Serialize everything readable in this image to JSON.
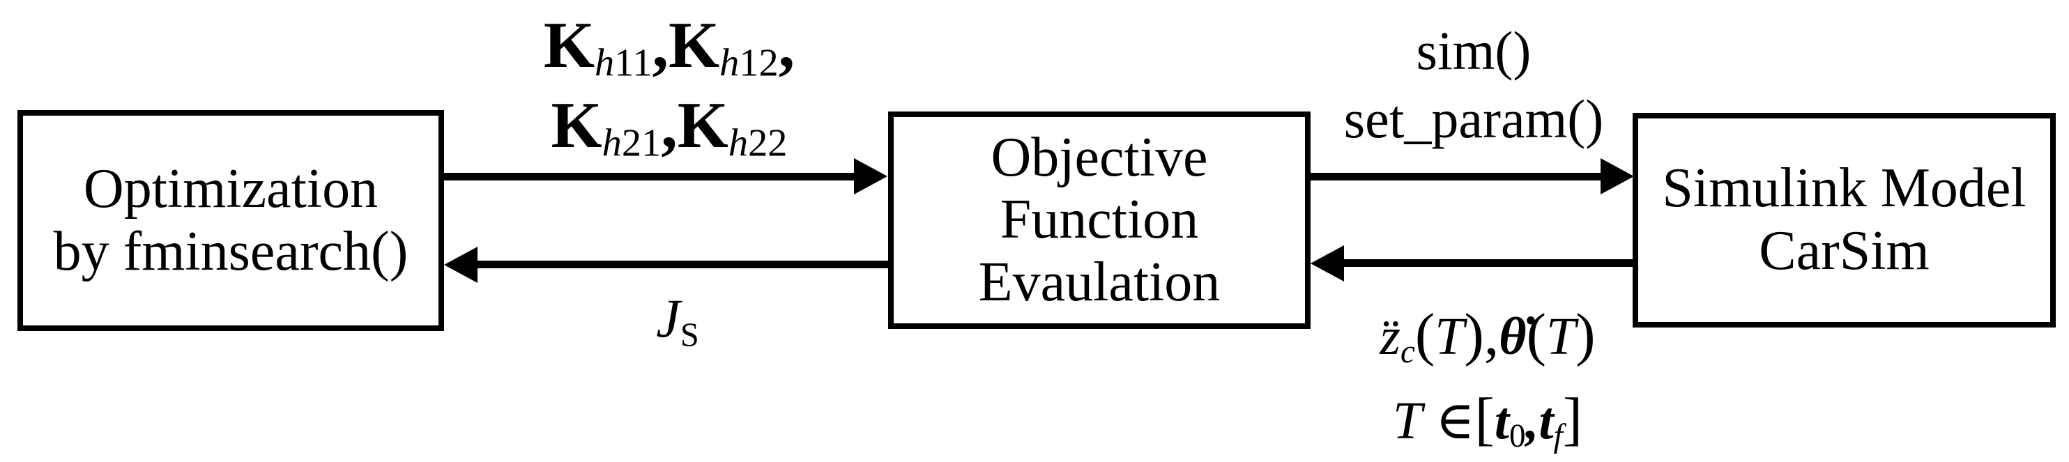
{
  "figure": {
    "type": "block-diagram",
    "background": "#ffffff",
    "ink": "#000000"
  },
  "boxes": {
    "optimization": {
      "line1": "Optimization",
      "line2": "by fminsearch()"
    },
    "objective": {
      "line1": "Objective",
      "line2": "Function",
      "line3": "Evaulation"
    },
    "simulink": {
      "line1": "Simulink Model",
      "line2": "CarSim"
    }
  },
  "labels": {
    "gains": {
      "line1": {
        "k1": "K",
        "s1v": "h",
        "s1n": "11",
        "c1": ",",
        "k2": "K",
        "s2v": "h",
        "s2n": "12",
        "c2": ","
      },
      "line2": {
        "k3": "K",
        "s3v": "h",
        "s3n": "21",
        "c3": ",",
        "k4": "K",
        "s4v": "h",
        "s4n": "22"
      }
    },
    "cost": {
      "base": "J",
      "sub": "S"
    },
    "calls": {
      "line1": "sim()",
      "line2": "set_param()"
    },
    "outputs": {
      "line1": {
        "z": "z̈",
        "zsub": "c",
        "p1": "(",
        "t1": "T",
        "p2": "),",
        "theta": "θ̇",
        "p3": "(",
        "t2": "T",
        "p4": ")"
      },
      "line2": {
        "t": "T",
        "elem": "∈",
        "b1": "[",
        "t0": "t",
        "t0sub": "0",
        "comma": ",",
        "tf": "t",
        "tfsub": "f",
        "b2": "]"
      }
    }
  }
}
